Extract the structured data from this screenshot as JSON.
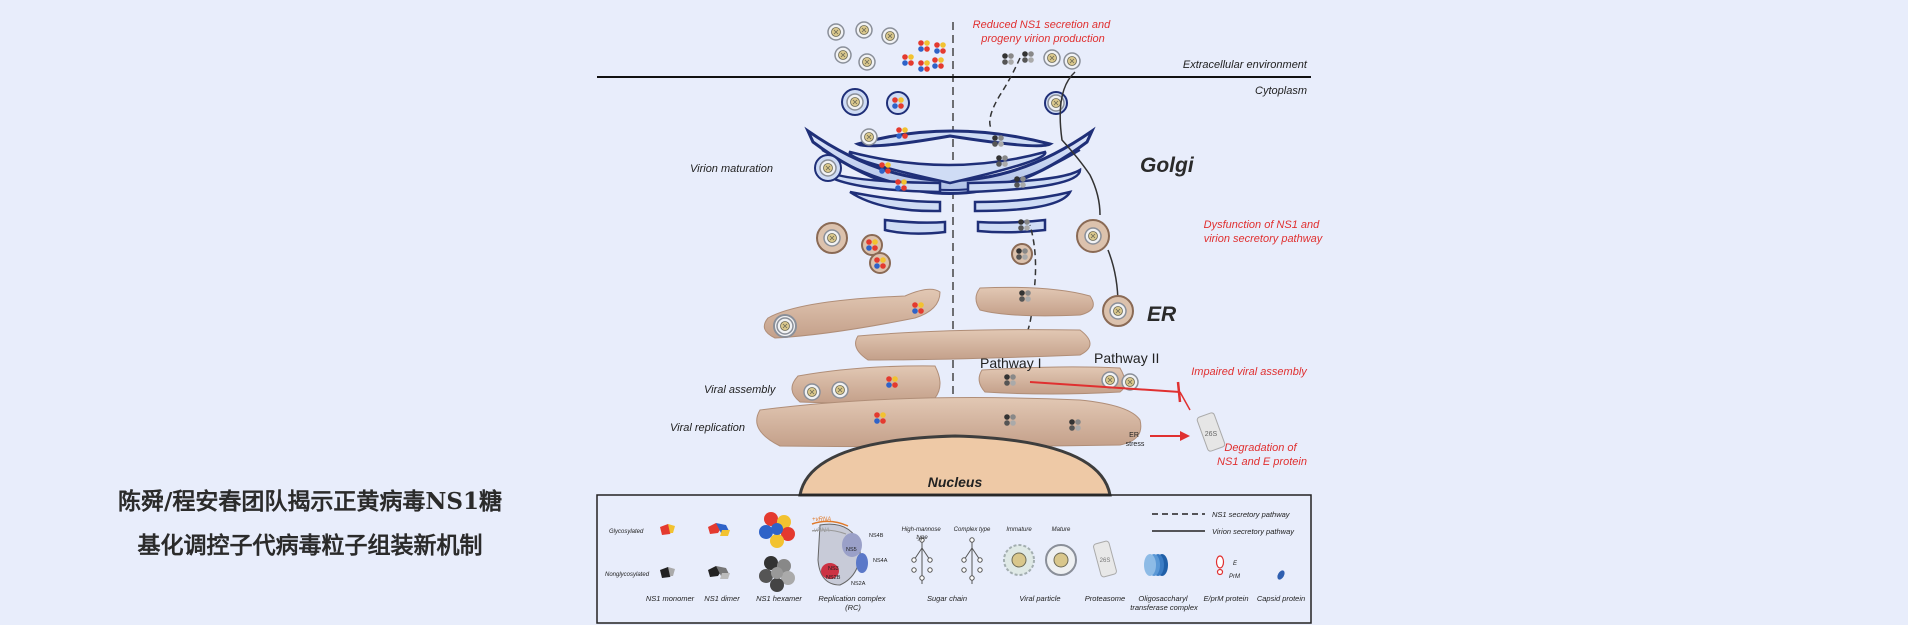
{
  "headline": {
    "line1": "陈舜/程安春团队揭示正黄病毒NS1糖",
    "line2": "基化调控子代病毒粒子组装新机制"
  },
  "diagram": {
    "regions": {
      "extracellular": "Extracellular environment",
      "cytoplasm": "Cytoplasm",
      "golgi": "Golgi",
      "er": "ER",
      "nucleus": "Nucleus"
    },
    "annotations": {
      "reduced_secretion": [
        "Reduced NS1 secretion and",
        "progeny virion production"
      ],
      "dysfunction": [
        "Dysfunction of NS1 and",
        "virion secretory pathway"
      ],
      "impaired_assembly": "Impaired viral assembly",
      "degradation": [
        "Degradation of",
        "NS1 and E protein"
      ]
    },
    "process_labels": {
      "virion_maturation": "Virion maturation",
      "viral_assembly": "Viral assembly",
      "viral_replication": "Viral replication",
      "pathway_1": "Pathway I",
      "pathway_2": "Pathway II",
      "er_stress": [
        "ER",
        "stress"
      ],
      "proteasome_tag": "26S"
    },
    "legend": {
      "glycosylated": "Glycosylated",
      "nonglycosylated": "Nonglycosylated",
      "ns1_monomer": "NS1 monomer",
      "ns1_dimer": "NS1 dimer",
      "ns1_hexamer": "NS1 hexamer",
      "rc_line1": "Replication complex",
      "rc_line2": "(RC)",
      "rc_parts": {
        "plus": "+vRNA",
        "minus": "-vRNA",
        "ns5": "NS5",
        "ns4b": "NS4B",
        "ns4a": "NS4A",
        "ns3": "NS3",
        "ns2b": "NS2B",
        "ns2a": "NS2A"
      },
      "high_mannose": [
        "High-mannose",
        "type"
      ],
      "complex_type": "Complex type",
      "sugar_chain": "Sugar chain",
      "immature": "Immature",
      "mature": "Mature",
      "viral_particle": "Viral particle",
      "proteasome": "Proteasome",
      "ost_line1": "Oligosaccharyl",
      "ost_line2": "transferase complex",
      "eprm": "E/prM protein",
      "e_tag": "E",
      "prm_tag": "PrM",
      "capsid": "Capsid protein",
      "ns1_pathway": "NS1 secretory pathway",
      "virion_pathway": "Virion secretory pathway"
    },
    "colors": {
      "background": "#e8edfb",
      "golgi_fill": "#c8d6f2",
      "golgi_edge": "#1f2f78",
      "er_fill": "#d5b6a0",
      "nucleus_fill": "#eec9a6",
      "annotation_red": "#e03030"
    }
  }
}
